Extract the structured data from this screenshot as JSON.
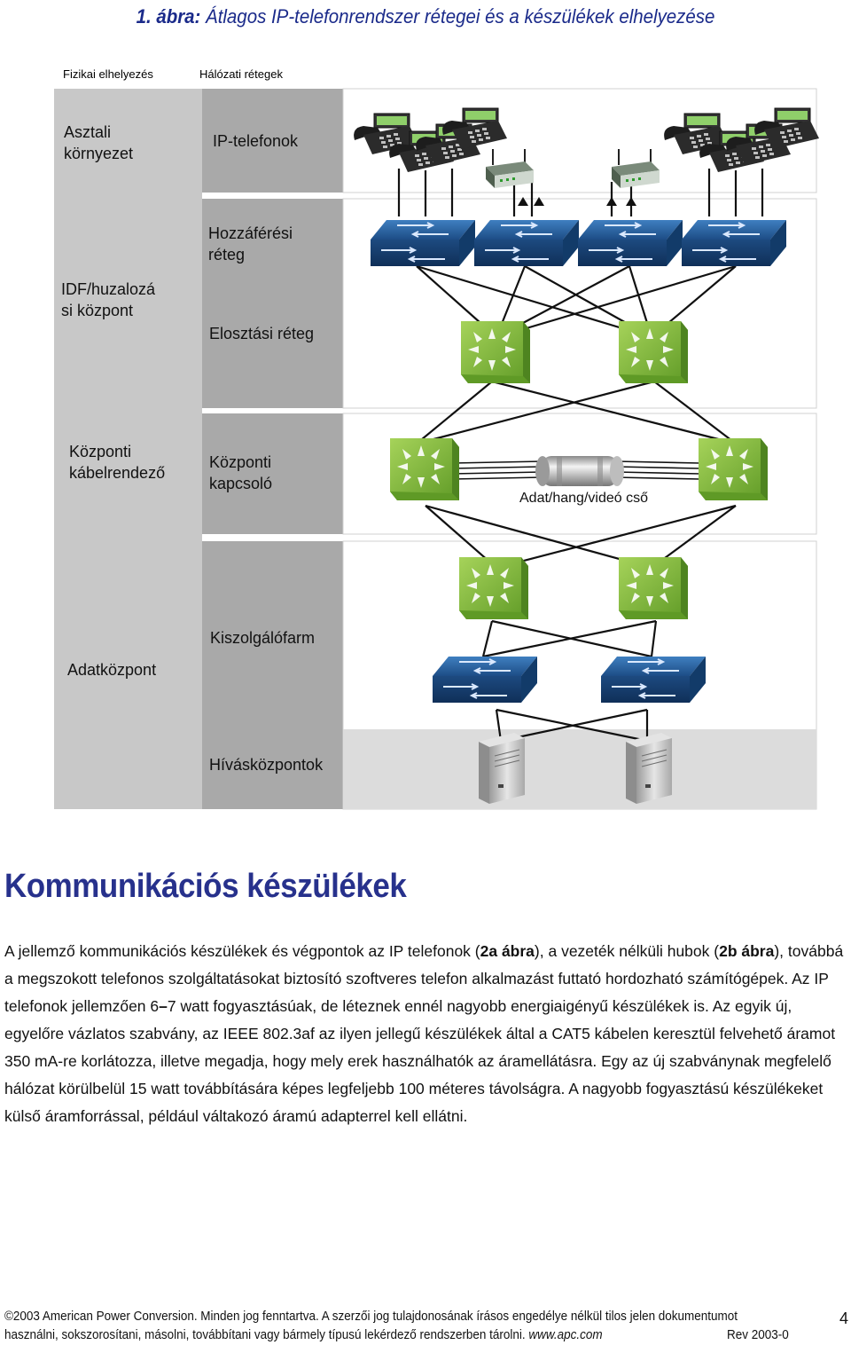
{
  "figure": {
    "title_prefix": "1. ábra:",
    "title_rest": " Átlagos IP-telefonrendszer rétegei és a készülékek elhelyezése",
    "col_physical": "Fizikai elhelyezés",
    "col_network": "Hálózati rétegek",
    "physical": {
      "desktop": [
        "Asztali",
        "környezet"
      ],
      "idf": [
        "IDF/huzalozá",
        "si központ"
      ],
      "central": [
        "Központi",
        "kábelrendező"
      ],
      "datacenter": "Adatközpont"
    },
    "network": {
      "ip_phones": "IP-telefonok",
      "access": [
        "Hozzáférési",
        "réteg"
      ],
      "distribution": "Elosztási réteg",
      "core": [
        "Központi",
        "kapcsoló"
      ],
      "server_farm": "Kiszolgálófarm",
      "call_centers": "Hívásközpontok",
      "pipe_label": "Adat/hang/videó cső"
    },
    "colors": {
      "phys_col": "#c8c8c8",
      "net_col": "#a9a9a9",
      "panel": "#ffffff",
      "switch_blue": "#1e4f86",
      "router_green": "#7fb73a",
      "phone_dark": "#2b2b2b",
      "server_gray": "#cfcfcf"
    }
  },
  "section": {
    "title": "Kommunikációs készülékek"
  },
  "body": {
    "t1": "A jellemző kommunikációs készülékek és végpontok az IP telefonok (",
    "b1": "2a ábra",
    "t2": "), a vezeték nélküli hubok (",
    "b2": "2b ábra",
    "t3": "), továbbá a megszokott telefonos szolgáltatásokat biztosító szoftveres telefon alkalmazást futtató hordozható számítógépek. Az IP telefonok jellemzően 6",
    "b3": "–",
    "t4": "7 watt fogyasztásúak, de léteznek ennél nagyobb energiaigényű készülékek is. Az egyik új, egyelőre vázlatos szabvány, az IEEE 802.3af az ilyen jellegű készülékek által a CAT5 kábelen keresztül felvehető áramot 350 mA-re korlátozza, illetve megadja, hogy mely erek használhatók az áramellátásra. Egy az új szabványnak megfelelő hálózat körülbelül 15 watt továbbítására képes legfeljebb 100 méteres távolságra. A nagyobb fogyasztású készülékeket külső áramforrással, például váltakozó áramú adapterrel kell ellátni."
  },
  "footer": {
    "line1": "©2003 American Power Conversion. Minden jog fenntartva. A szerzői jog tulajdonosának írásos engedélye nélkül tilos jelen dokumentumot",
    "line2_text": "használni, sokszorosítani, másolni, továbbítani vagy bármely típusú lekérdező rendszerben tárolni. ",
    "line2_url": "www.apc.com",
    "rev": "Rev 2003-0",
    "page": "4"
  }
}
